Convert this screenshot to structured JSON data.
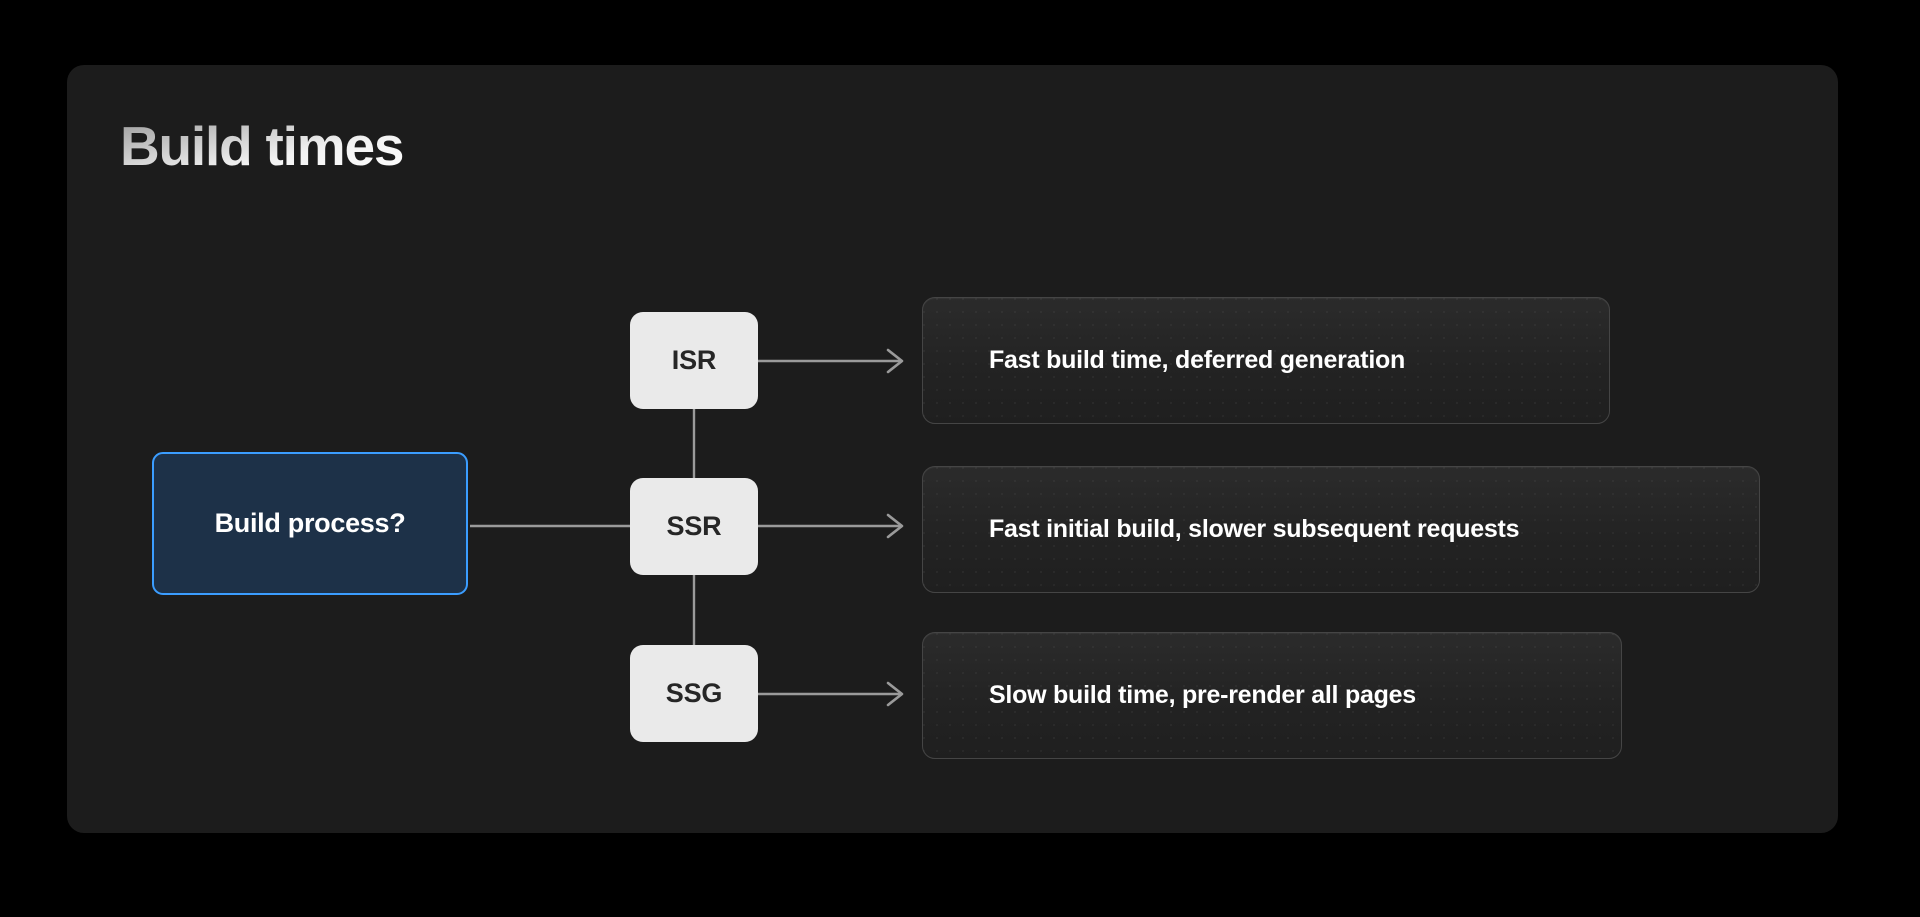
{
  "page": {
    "background_color": "#000000",
    "panel_color": "#1c1c1c"
  },
  "title": "Build times",
  "diagram": {
    "decision": {
      "label": "Build process?",
      "fill_color": "#1d3148",
      "border_color": "#3b9dff",
      "text_color": "#ffffff"
    },
    "nodes": [
      {
        "id": "isr",
        "label": "ISR",
        "fill_color": "#eaeaea",
        "text_color": "#262626"
      },
      {
        "id": "ssr",
        "label": "SSR",
        "fill_color": "#eaeaea",
        "text_color": "#262626"
      },
      {
        "id": "ssg",
        "label": "SSG",
        "fill_color": "#eaeaea",
        "text_color": "#262626"
      }
    ],
    "outcomes": [
      {
        "id": "isr-outcome",
        "text": "Fast build time, deferred generation"
      },
      {
        "id": "ssr-outcome",
        "text": "Fast initial build, slower subsequent requests"
      },
      {
        "id": "ssg-outcome",
        "text": "Slow build time, pre-render all pages"
      }
    ],
    "edge_color": "#9a9a9a"
  }
}
